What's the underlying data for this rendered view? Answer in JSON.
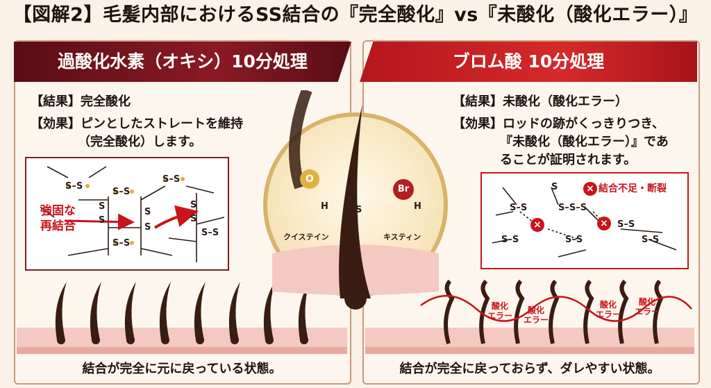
{
  "title": "【図解2】毛髪内部におけるSS結合の『完全酸化』vs『未酸化（酸化エラー）』",
  "left": {
    "header": "過酸化水素（オキシ）10分処理",
    "result_label": "【結果】",
    "result_text": "完全酸化",
    "effect_label": "【効果】",
    "effect_line1": "ピンとしたストレートを維持",
    "effect_line2": "（完全酸化）します。",
    "diagram_label_line1": "強固な",
    "diagram_label_line2": "再結合",
    "caption": "結合が完全に元に戻っている状態。"
  },
  "center": {
    "oxygen": "O",
    "bromine": "Br",
    "ss_s1": "S",
    "ss_s2": "S",
    "h_left": "H",
    "h_right": "H",
    "cysteine": "クイステイン",
    "cystine": "キスティン"
  },
  "right": {
    "header": "ブロム酸 10分処理",
    "result_label": "【結果】",
    "result_text": "未酸化（酸化エラー）",
    "effect_label": "【効果】",
    "effect_line1": "ロッドの跡がくっきりつき、",
    "effect_line2": "『未酸化（酸化エラー）』であ",
    "effect_line3": "ることが証明されます。",
    "diagram_label": "結合不足・断裂",
    "error_tags": [
      {
        "line1": "酸化",
        "line2": "エラー"
      },
      {
        "line1": "酸化",
        "line2": "エラー"
      },
      {
        "line1": "酸化",
        "line2": "エラー"
      },
      {
        "line1": "酸化",
        "line2": "エラー"
      }
    ],
    "caption": "結合が完全に戻っておらず、ダレやすい状態。"
  },
  "colors": {
    "left_band": "#7a1620",
    "right_band": "#c8141a",
    "hair": "#3a1d12",
    "accent_red": "#c8141a",
    "gold": "#e0b040",
    "skin": "#f3c9c2"
  }
}
